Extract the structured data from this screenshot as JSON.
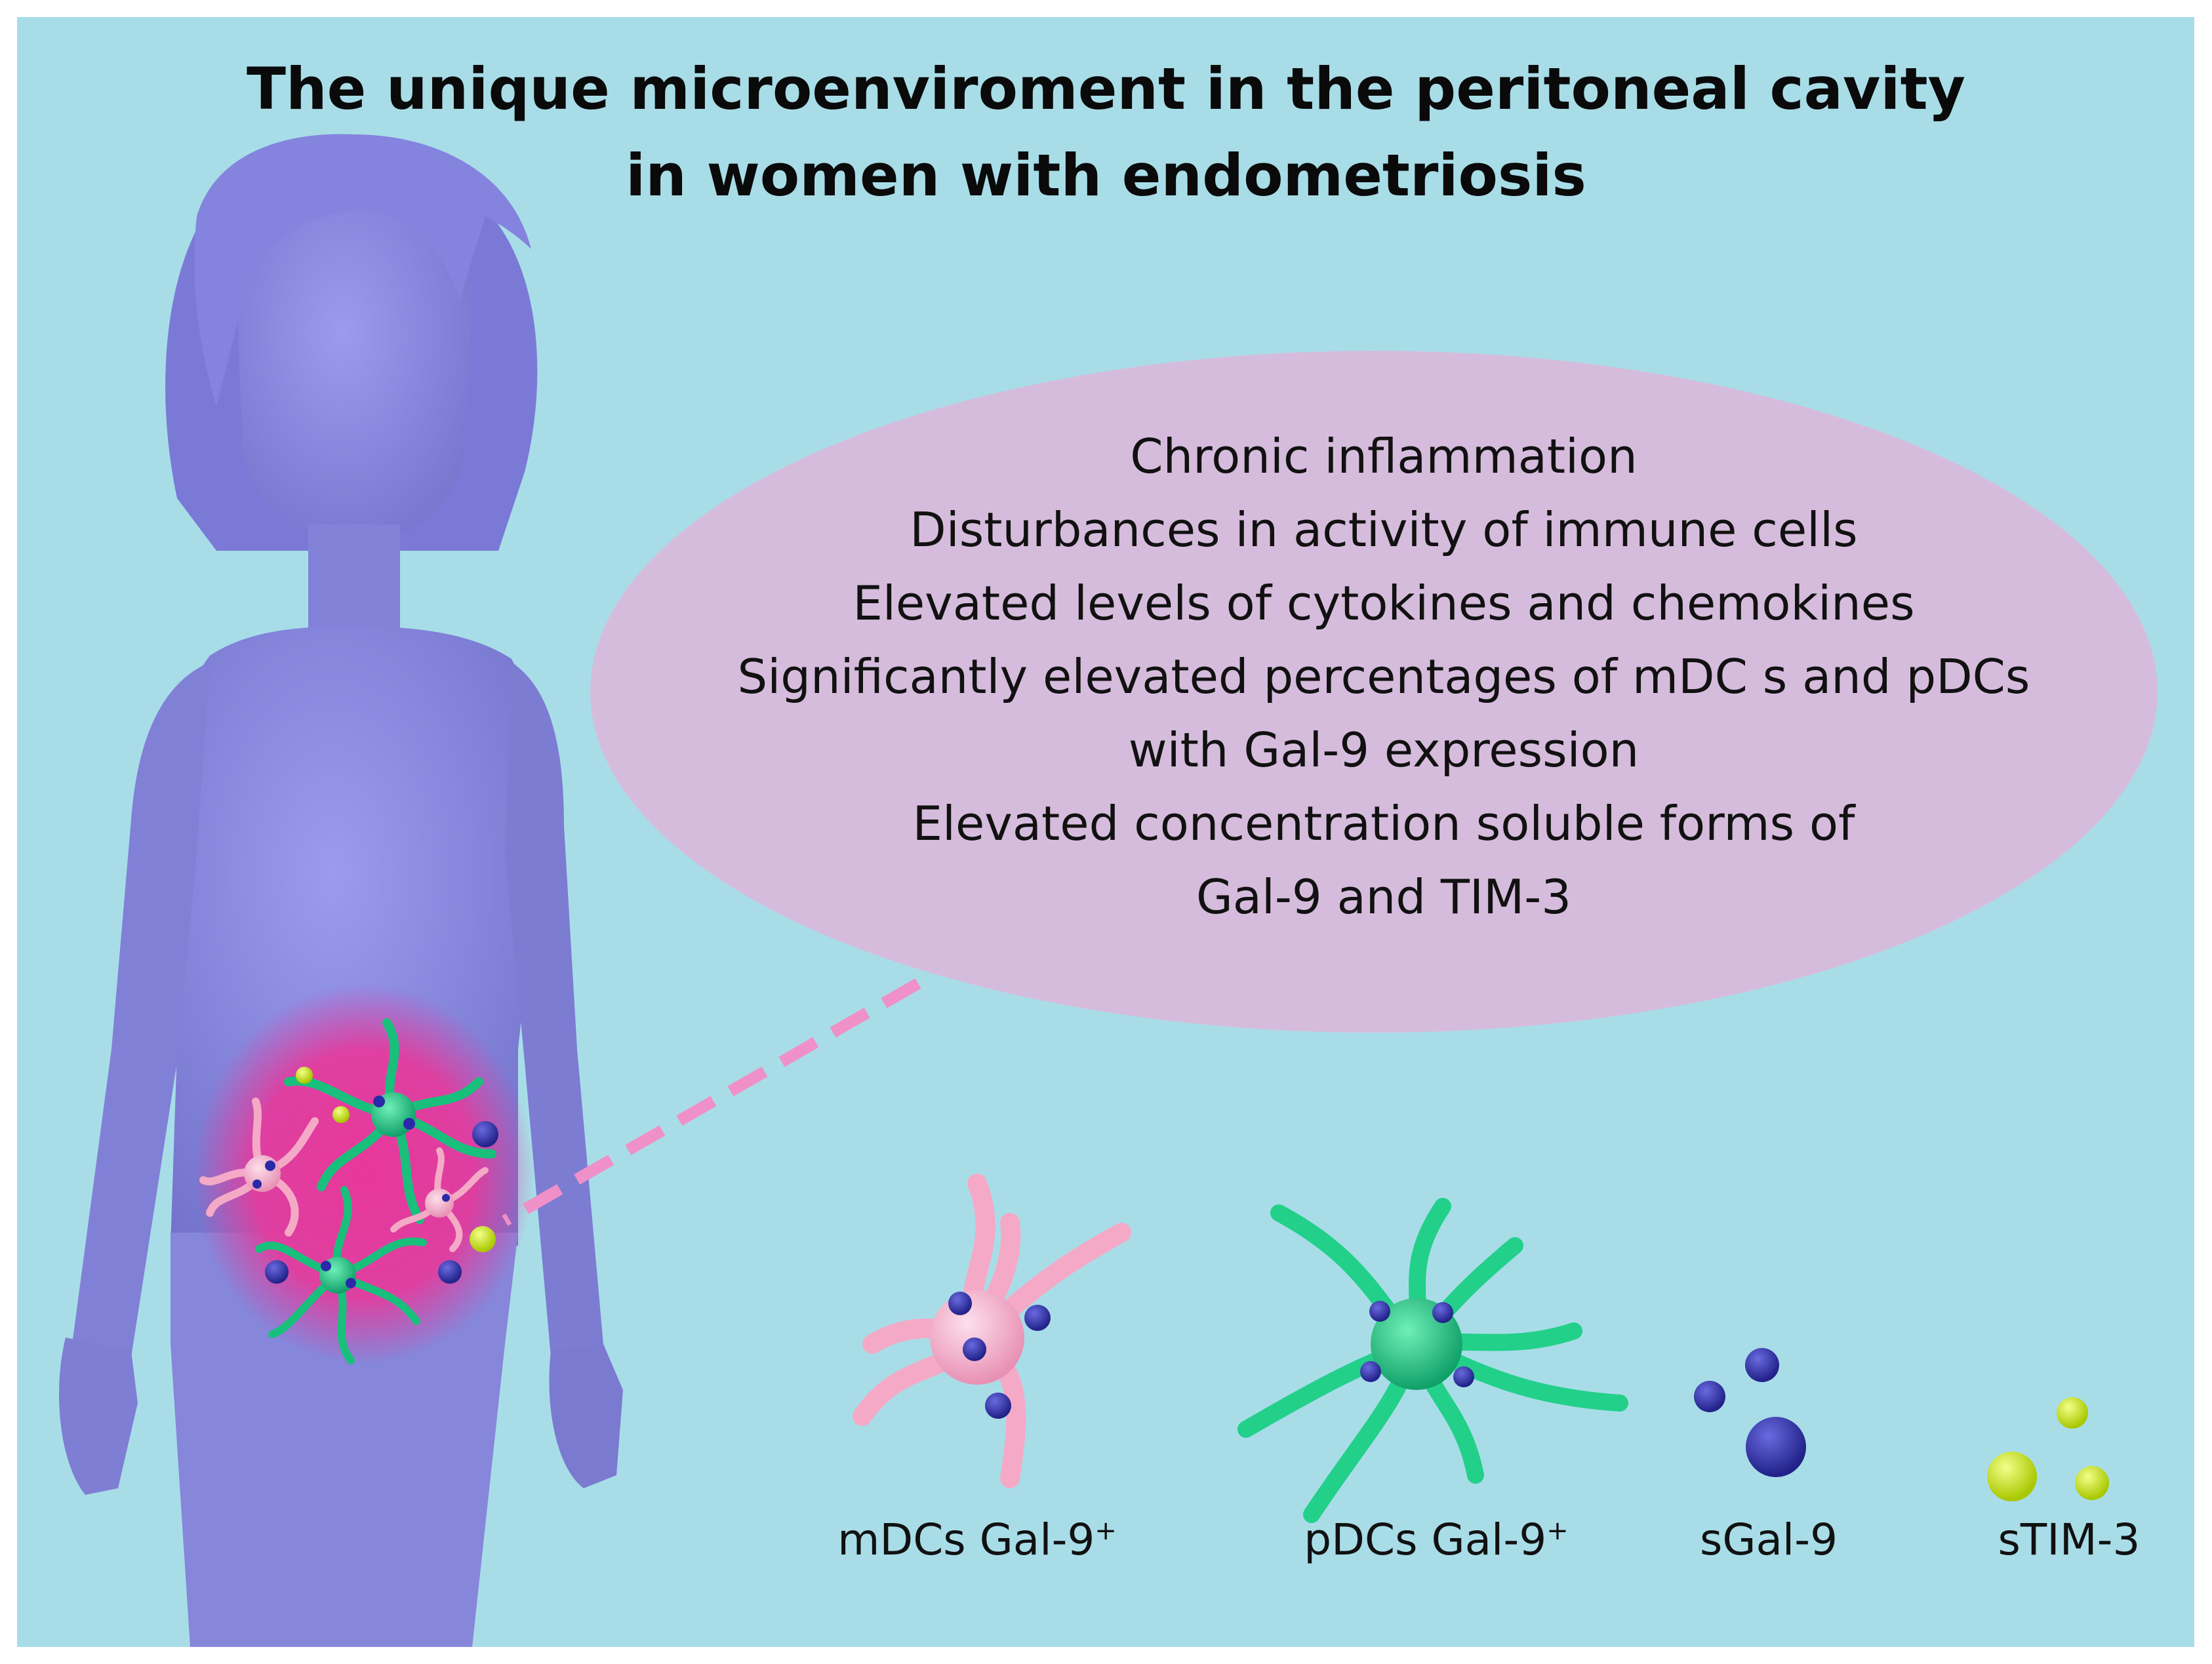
{
  "title": {
    "line1": "The unique microenviroment in the peritoneal cavity",
    "line2": "in women with endometriosis"
  },
  "bubble": {
    "lines": [
      "Chronic inflammation",
      "Disturbances in activity of immune cells",
      "Elevated levels of cytokines and chemokines",
      "Significantly elevated percentages of mDC s and pDCs",
      "with Gal-9 expression",
      "Elevated concentration soluble forms of",
      "Gal-9 and TIM-3"
    ]
  },
  "legend": [
    {
      "label": "mDCs Gal-9",
      "sup": "+",
      "icon": "mdc-cell-icon"
    },
    {
      "label": "pDCs Gal-9",
      "sup": "+",
      "icon": "pdc-cell-icon"
    },
    {
      "label": "sGal-9",
      "sup": "",
      "icon": "sgal9-molecule-icon"
    },
    {
      "label": "sTIM-3",
      "sup": "",
      "icon": "stim3-molecule-icon"
    }
  ],
  "colors": {
    "background": "#a8dde8",
    "figure": "#8c8ce0",
    "bubble": "#d6bcdc",
    "inflammation": "#e8389a",
    "mdc": "#f4aac6",
    "pdc": "#22d08a",
    "sgal9": "#3a3ab8",
    "stim3": "#d6f01e",
    "connector": "#f090c8"
  }
}
